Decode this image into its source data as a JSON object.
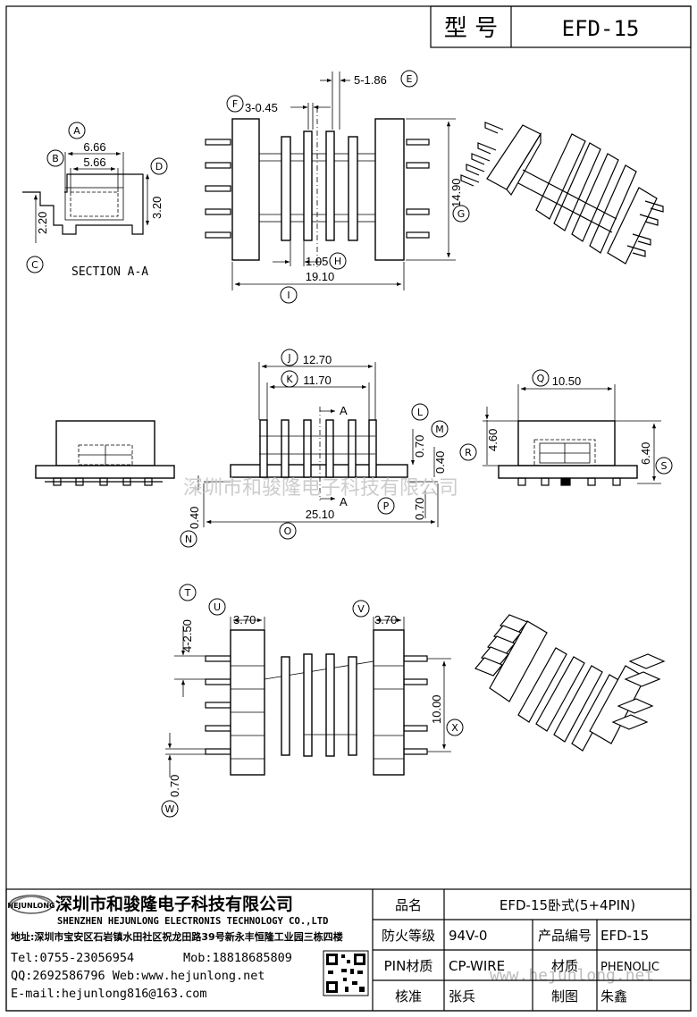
{
  "header": {
    "model_label": "型 号",
    "model_value": "EFD-15"
  },
  "section_label": "SECTION A-A",
  "section_marker": "A",
  "callouts": [
    "A",
    "B",
    "C",
    "D",
    "E",
    "F",
    "G",
    "H",
    "I",
    "J",
    "K",
    "L",
    "M",
    "N",
    "O",
    "P",
    "Q",
    "R",
    "S",
    "T",
    "U",
    "V",
    "W",
    "X"
  ],
  "dimensions": {
    "A": "6.66",
    "B": "5.66",
    "C": "2.20",
    "D": "3.20",
    "E": "5-1.86",
    "F": "3-0.45",
    "G": "14.90",
    "H": "1.05",
    "I": "19.10",
    "J": "12.70",
    "K": "11.70",
    "L": "0.70",
    "M": "0.40",
    "N": "0.40",
    "O": "25.10",
    "P": "0.70",
    "Q": "10.50",
    "R": "4.60",
    "S": "6.40",
    "T": "4-2.50",
    "U": "3.70",
    "V": "3.70",
    "W": "0.70",
    "X": "10.00"
  },
  "watermark": {
    "company": "深圳市和骏隆电子科技有限公司",
    "site": "www.hejunlong.net"
  },
  "company": {
    "logo_text": "HEJUNLONG",
    "name_cn": "深圳市和骏隆电子科技有限公司",
    "name_en": "SHENZHEN HEJUNLONG ELECTRONIS TECHNOLOGY CO.,LTD",
    "address": "地址:深圳市宝安区石岩镇水田社区祝龙田路39号新永丰恒隆工业园三栋四楼",
    "tel": "Tel:0755-23056954",
    "mob": "Mob:18818685809",
    "qq_web": "QQ:2692586796 Web:www.hejunlong.net",
    "email": "E-mail:hejunlong816@163.com"
  },
  "title_block": {
    "product_name_label": "品名",
    "product_name": "EFD-15卧式(5+4PIN)",
    "flame_label": "防火等级",
    "flame": "94V-0",
    "code_label": "产品编号",
    "code": "EFD-15",
    "pin_label": "PIN材质",
    "pin": "CP-WIRE",
    "material_label": "材质",
    "material": "PHENOLIC",
    "check_label": "核准",
    "checker": "张兵",
    "draw_label": "制图",
    "drafter": "朱鑫"
  }
}
